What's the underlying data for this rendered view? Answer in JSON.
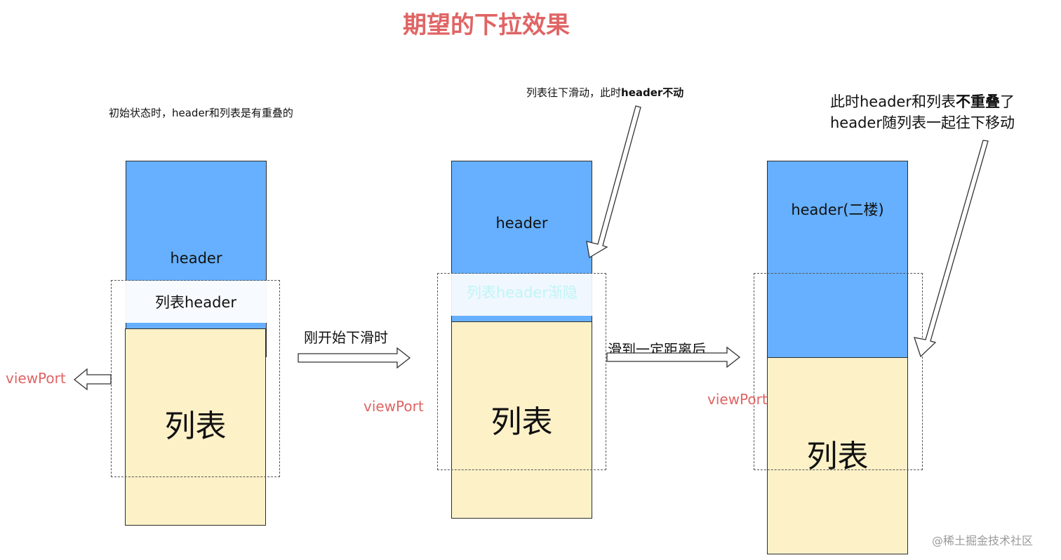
{
  "title": "期望的下拉效果",
  "panels": [
    {
      "note": "初始状态时，header和列表是有重叠的",
      "header": "header",
      "list_header": "列表header",
      "list": "列表",
      "viewport_label": "viewPort"
    },
    {
      "note_prefix": "列表往下滑动，此时",
      "note_bold": "header不动",
      "header": "header",
      "list_header": "列表header渐隐",
      "list": "列表",
      "viewport_label": "viewPort"
    },
    {
      "note_line1_prefix": "此时header和列表",
      "note_line1_bold": "不重叠",
      "note_line1_suffix": "了",
      "note_line2": "header随列表一起往下移动",
      "header": "header(二楼)",
      "list": "列表",
      "viewport_label": "viewPort"
    }
  ],
  "steps": [
    "刚开始下滑时",
    "滑到一定距离后"
  ],
  "watermark": "@稀土掘金技术社区",
  "colors": {
    "title": "#e06464",
    "header_fill": "#66b0ff",
    "list_fill": "#fdf1c8",
    "viewport_label": "#e06464",
    "fading_text": "#bff5f5"
  }
}
